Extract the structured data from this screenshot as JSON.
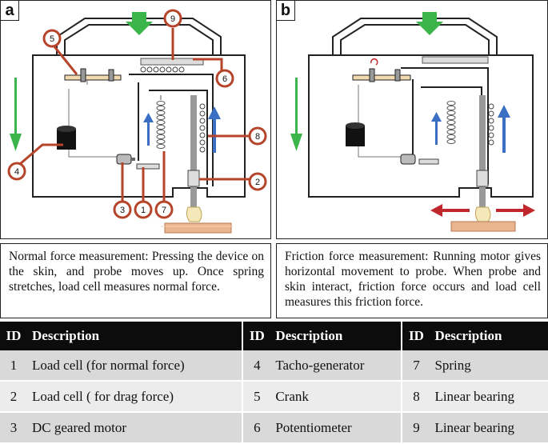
{
  "panels": [
    {
      "label": "a",
      "caption": "Normal force measurement: Pressing the device on the skin, and probe moves up. Once spring stretches, load cell measures normal force."
    },
    {
      "label": "b",
      "caption": "Friction force measurement: Running motor gives horizontal movement to probe. When probe and skin interact, friction force occurs and load cell measures this friction force."
    }
  ],
  "callouts": [
    "1",
    "2",
    "3",
    "4",
    "5",
    "6",
    "7",
    "8",
    "9"
  ],
  "legend": {
    "headers": [
      "ID",
      "Description",
      "ID",
      "Description",
      "ID",
      "Description"
    ],
    "rows": [
      [
        "1",
        "Load cell (for normal force)",
        "4",
        "Tacho-generator",
        "7",
        "Spring"
      ],
      [
        "2",
        "Load cell ( for drag force)",
        "5",
        "Crank",
        "8",
        "Linear bearing"
      ],
      [
        "3",
        "DC geared motor",
        "6",
        "Potentiometer",
        "9",
        "Linear bearing"
      ]
    ]
  },
  "colors": {
    "green_arrow": "#3bb54a",
    "blue_arrow": "#3b6fc4",
    "red_arrow": "#c0272d",
    "callout": "#b5442a",
    "skin": "#e9b58f"
  }
}
